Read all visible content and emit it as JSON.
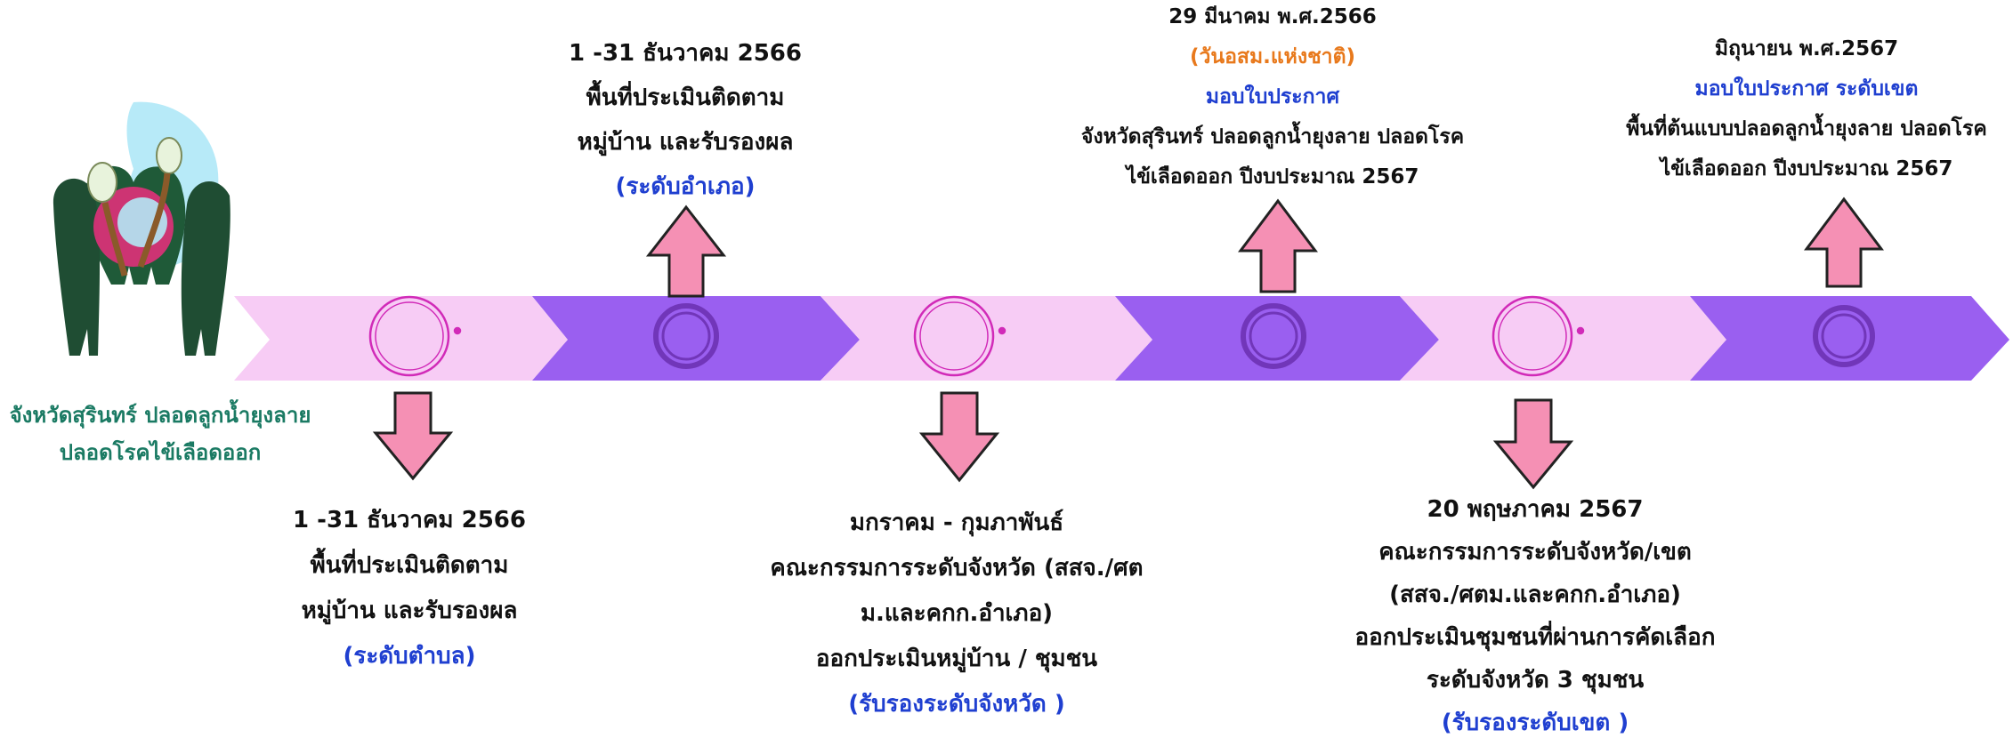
{
  "logo_caption": {
    "line1": "จังหวัดสุรินทร์ ปลอดลูกน้ำยุงลาย",
    "line2": "ปลอดโรคไข้เลือดออก"
  },
  "events": {
    "above_1": {
      "line1": "1 -31  ธันวาคม 2566",
      "line2": "พื้นที่ประเมินติดตาม",
      "line3": "หมู่บ้าน และรับรองผล",
      "line4": "(ระดับอำเภอ)"
    },
    "above_2": {
      "line1": "29 มีนาคม พ.ศ.2566",
      "line2": "(วันอสม.แห่งชาติ)",
      "line3": "มอบใบประกาศ",
      "line4": "จังหวัดสุรินทร์ ปลอดลูกน้ำยุงลาย ปลอดโรค",
      "line5": "ไข้เลือดออก ปีงบประมาณ 2567"
    },
    "above_3": {
      "line1": "มิถุนายน พ.ศ.2567",
      "line2": "มอบใบประกาศ ระดับเขต",
      "line3": "พื้นที่ต้นแบบปลอดลูกน้ำยุงลาย ปลอดโรค",
      "line4": "ไข้เลือดออก ปีงบประมาณ 2567"
    },
    "below_1": {
      "line1": "1 -31  ธันวาคม 2566",
      "line2": "พื้นที่ประเมินติดตาม",
      "line3": "หมู่บ้าน และรับรองผล",
      "line4": "(ระดับตำบล)"
    },
    "below_2": {
      "line1": "มกราคม - กุมภาพันธ์",
      "line2": "คณะกรรมการระดับจังหวัด (สสจ./ศต",
      "line3": "ม.และคกก.อำเภอ)",
      "line4": "ออกประเมินหมู่บ้าน / ชุมชน",
      "line5": "(รับรองระดับจังหวัด )"
    },
    "below_3": {
      "line1": "20 พฤษภาคม 2567",
      "line2": "คณะกรรมการระดับจังหวัด/เขต",
      "line3": "(สสจ./ศตม.และคกก.อำเภอ)",
      "line4": "ออกประเมินชุมชนที่ผ่านการคัดเลือก",
      "line5": "ระดับจังหวัด 3 ชุมชน",
      "line6": "(รับรองระดับเขต )"
    }
  },
  "colors": {
    "pink_segment": "#f6c9f4",
    "purple_segment": "#9b62f1",
    "arrow_fill": "#f58fb3",
    "blue_text": "#1f3fd0",
    "orange_text": "#e8791c",
    "green_text": "#1a7a63"
  }
}
